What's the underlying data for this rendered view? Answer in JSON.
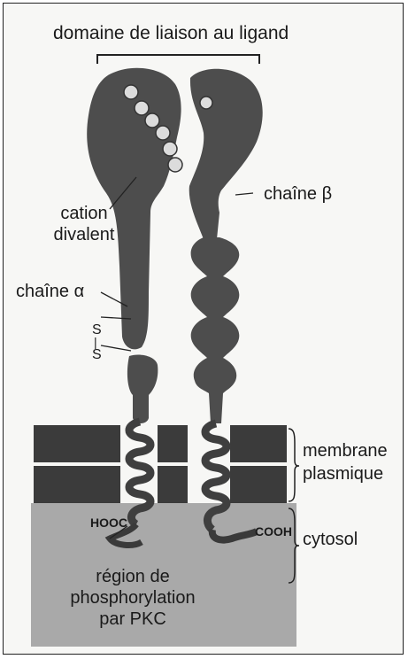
{
  "labels": {
    "ligand_domain": "domaine de liaison au ligand",
    "beta_chain": "chaîne β",
    "cation_line1": "cation",
    "cation_line2": "divalent",
    "alpha_chain": "chaîne α",
    "disulfide_s_top": "S",
    "disulfide_bar": "|",
    "disulfide_s_bottom": "S",
    "membrane_line1": "membrane",
    "membrane_line2": "plasmique",
    "cytosol": "cytosol",
    "hooc": "HOOC",
    "cooh": "COOH",
    "phospho_line1": "région de",
    "phospho_line2": "phosphorylation",
    "phospho_line3": "par PKC"
  },
  "colors": {
    "protein": "#4a4a4a",
    "membrane": "#3a3a3a",
    "cytosol": "#aaaaaa",
    "cation": "#d8d8d8",
    "line": "#222222"
  }
}
